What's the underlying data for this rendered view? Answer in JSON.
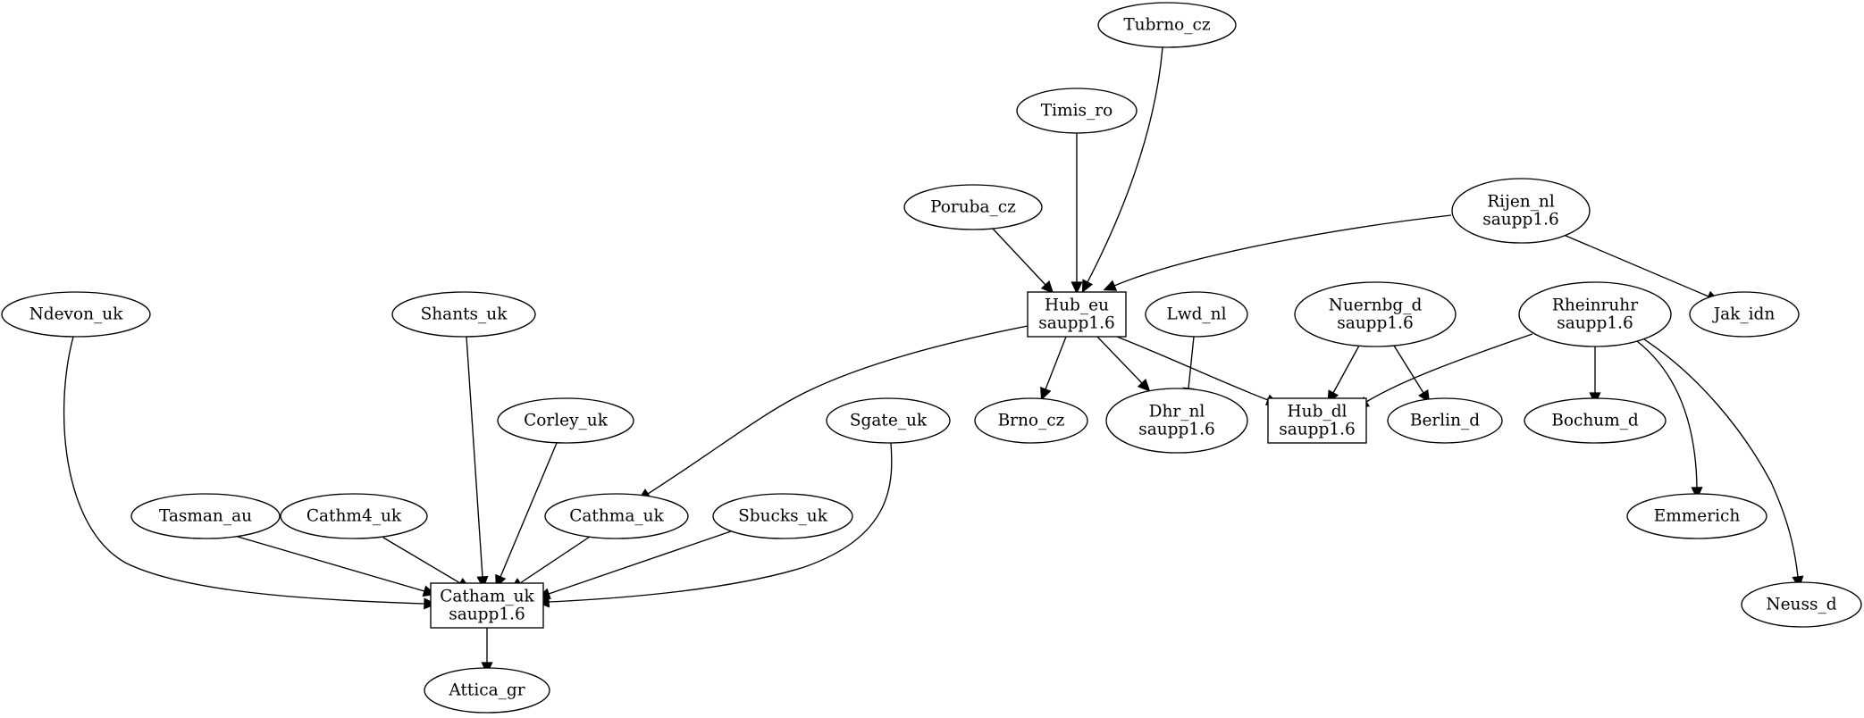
{
  "graph": {
    "nodes": [
      {
        "id": "tubrno_cz",
        "lines": [
          "Tubrno_cz"
        ],
        "shape": "ellipse"
      },
      {
        "id": "timis_ro",
        "lines": [
          "Timis_ro"
        ],
        "shape": "ellipse"
      },
      {
        "id": "poruba_cz",
        "lines": [
          "Poruba_cz"
        ],
        "shape": "ellipse"
      },
      {
        "id": "rijen_nl",
        "lines": [
          "Rijen_nl",
          "saupp1.6"
        ],
        "shape": "ellipse"
      },
      {
        "id": "hub_eu",
        "lines": [
          "Hub_eu",
          "saupp1.6"
        ],
        "shape": "box"
      },
      {
        "id": "lwd_nl",
        "lines": [
          "Lwd_nl"
        ],
        "shape": "ellipse"
      },
      {
        "id": "nuernbg_d",
        "lines": [
          "Nuernbg_d",
          "saupp1.6"
        ],
        "shape": "ellipse"
      },
      {
        "id": "rheinruhr",
        "lines": [
          "Rheinruhr",
          "saupp1.6"
        ],
        "shape": "ellipse"
      },
      {
        "id": "jak_idn",
        "lines": [
          "Jak_idn"
        ],
        "shape": "ellipse"
      },
      {
        "id": "ndevon_uk",
        "lines": [
          "Ndevon_uk"
        ],
        "shape": "ellipse"
      },
      {
        "id": "shants_uk",
        "lines": [
          "Shants_uk"
        ],
        "shape": "ellipse"
      },
      {
        "id": "corley_uk",
        "lines": [
          "Corley_uk"
        ],
        "shape": "ellipse"
      },
      {
        "id": "sgate_uk",
        "lines": [
          "Sgate_uk"
        ],
        "shape": "ellipse"
      },
      {
        "id": "brno_cz",
        "lines": [
          "Brno_cz"
        ],
        "shape": "ellipse"
      },
      {
        "id": "dhr_nl",
        "lines": [
          "Dhr_nl",
          "saupp1.6"
        ],
        "shape": "ellipse"
      },
      {
        "id": "hub_dl",
        "lines": [
          "Hub_dl",
          "saupp1.6"
        ],
        "shape": "box"
      },
      {
        "id": "berlin_d",
        "lines": [
          "Berlin_d"
        ],
        "shape": "ellipse"
      },
      {
        "id": "bochum_d",
        "lines": [
          "Bochum_d"
        ],
        "shape": "ellipse"
      },
      {
        "id": "tasman_au",
        "lines": [
          "Tasman_au"
        ],
        "shape": "ellipse"
      },
      {
        "id": "cathm4_uk",
        "lines": [
          "Cathm4_uk"
        ],
        "shape": "ellipse"
      },
      {
        "id": "cathma_uk",
        "lines": [
          "Cathma_uk"
        ],
        "shape": "ellipse"
      },
      {
        "id": "sbucks_uk",
        "lines": [
          "Sbucks_uk"
        ],
        "shape": "ellipse"
      },
      {
        "id": "emmerich",
        "lines": [
          "Emmerich"
        ],
        "shape": "ellipse"
      },
      {
        "id": "catham_uk",
        "lines": [
          "Catham_uk",
          "saupp1.6"
        ],
        "shape": "box"
      },
      {
        "id": "neuss_d",
        "lines": [
          "Neuss_d"
        ],
        "shape": "ellipse"
      },
      {
        "id": "attica_gr",
        "lines": [
          "Attica_gr"
        ],
        "shape": "ellipse"
      }
    ],
    "edges": [
      {
        "from": "tubrno_cz",
        "to": "hub_eu"
      },
      {
        "from": "timis_ro",
        "to": "hub_eu"
      },
      {
        "from": "poruba_cz",
        "to": "hub_eu"
      },
      {
        "from": "rijen_nl",
        "to": "hub_eu"
      },
      {
        "from": "rijen_nl",
        "to": "jak_idn"
      },
      {
        "from": "hub_eu",
        "to": "brno_cz"
      },
      {
        "from": "hub_eu",
        "to": "dhr_nl"
      },
      {
        "from": "hub_eu",
        "to": "hub_dl"
      },
      {
        "from": "hub_eu",
        "to": "cathma_uk"
      },
      {
        "from": "lwd_nl",
        "to": "dhr_nl"
      },
      {
        "from": "nuernbg_d",
        "to": "hub_dl"
      },
      {
        "from": "nuernbg_d",
        "to": "berlin_d"
      },
      {
        "from": "rheinruhr",
        "to": "hub_dl"
      },
      {
        "from": "rheinruhr",
        "to": "bochum_d"
      },
      {
        "from": "rheinruhr",
        "to": "emmerich"
      },
      {
        "from": "rheinruhr",
        "to": "neuss_d"
      },
      {
        "from": "ndevon_uk",
        "to": "catham_uk"
      },
      {
        "from": "shants_uk",
        "to": "catham_uk"
      },
      {
        "from": "corley_uk",
        "to": "catham_uk"
      },
      {
        "from": "sgate_uk",
        "to": "catham_uk"
      },
      {
        "from": "tasman_au",
        "to": "catham_uk"
      },
      {
        "from": "cathm4_uk",
        "to": "catham_uk"
      },
      {
        "from": "cathma_uk",
        "to": "catham_uk"
      },
      {
        "from": "sbucks_uk",
        "to": "catham_uk"
      },
      {
        "from": "catham_uk",
        "to": "attica_gr"
      }
    ]
  }
}
